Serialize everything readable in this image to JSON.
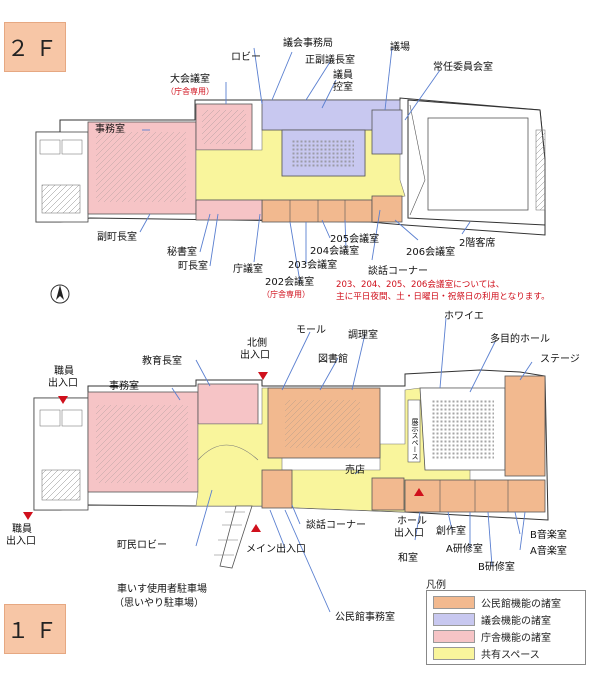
{
  "floors": {
    "f2": {
      "badge": "２Ｆ"
    },
    "f1": {
      "badge": "１Ｆ"
    }
  },
  "labels_2f": {
    "gikai_jimukyoku": "議会事務局",
    "lobby": "ロビー",
    "seifuku_gichoshitsu": "正副議長室",
    "giin_hikaeshitsu_1": "議員",
    "giin_hikaeshitsu_2": "控室",
    "gijo": "議場",
    "jonin_iinkaishitsu": "常任委員会室",
    "dai_kaigishitsu": "大会議室",
    "chosha_senyo_1": "（庁舎専用）",
    "jimushitsu": "事務室",
    "fukuchochoshitsu": "副町長室",
    "hishoshitsu": "秘書室",
    "chochoshitsu": "町長室",
    "choteishitsu": "庁議室",
    "k205": "205会議室",
    "k204": "204会議室",
    "k203": "203会議室",
    "k202": "202会議室",
    "chosha_senyo_2": "（庁舎専用）",
    "k206": "206会議室",
    "kyakuseki": "2階客席",
    "danwa": "談話コーナー",
    "note_1": "203、204、205、206会議室については、",
    "note_2": "主に平日夜間、土・日曜日・祝祭日の利用となります。"
  },
  "labels_1f": {
    "mall": "モール",
    "kitagawa_1": "北側",
    "kitagawa_2": "出入口",
    "choriushitsu": "調理室",
    "foyer": "ホワイエ",
    "tamokuteki_hall": "多目的ホール",
    "stage": "ステージ",
    "kyoikuchoshitsu": "教育長室",
    "toshokan": "図書館",
    "shokuin_top_1": "職員",
    "shokuin_top_2": "出入口",
    "jimushitsu": "事務室",
    "tenji_space": "展示スペース",
    "baiten": "売店",
    "danwa": "談話コーナー",
    "hall_deiriguchi_1": "ホール",
    "hall_deiriguchi_2": "出入口",
    "sosakushitsu": "創作室",
    "b_ongakushitsu": "B音楽室",
    "a_ongakushitsu": "A音楽室",
    "a_kenshushitsu": "A研修室",
    "b_kenshushitsu": "B研修室",
    "washitsu": "和室",
    "shokuin_bottom_1": "職員",
    "shokuin_bottom_2": "出入口",
    "chomin_lobby": "町民ロビー",
    "main_deiriguchi": "メイン出入口",
    "kurumaisu_1": "車いす使用者駐車場",
    "kurumaisu_2": "（思いやり駐車場）",
    "kominkan_jimushitsu": "公民館事務室"
  },
  "legend": {
    "title": "凡例",
    "items": [
      {
        "label": "公民館機能の諸室",
        "color": "#f2b98f"
      },
      {
        "label": "議会機能の諸室",
        "color": "#c8c8f0"
      },
      {
        "label": "庁舎機能の諸室",
        "color": "#f6c4c6"
      },
      {
        "label": "共有スペース",
        "color": "#f9f59c"
      }
    ]
  },
  "colors": {
    "kominkan": "#f2b98f",
    "gikai": "#c8c8f0",
    "chosha": "#f6c4c6",
    "kyoyu": "#f9f59c",
    "leader": "#5a7fd0",
    "accent_red": "#d0101c"
  }
}
